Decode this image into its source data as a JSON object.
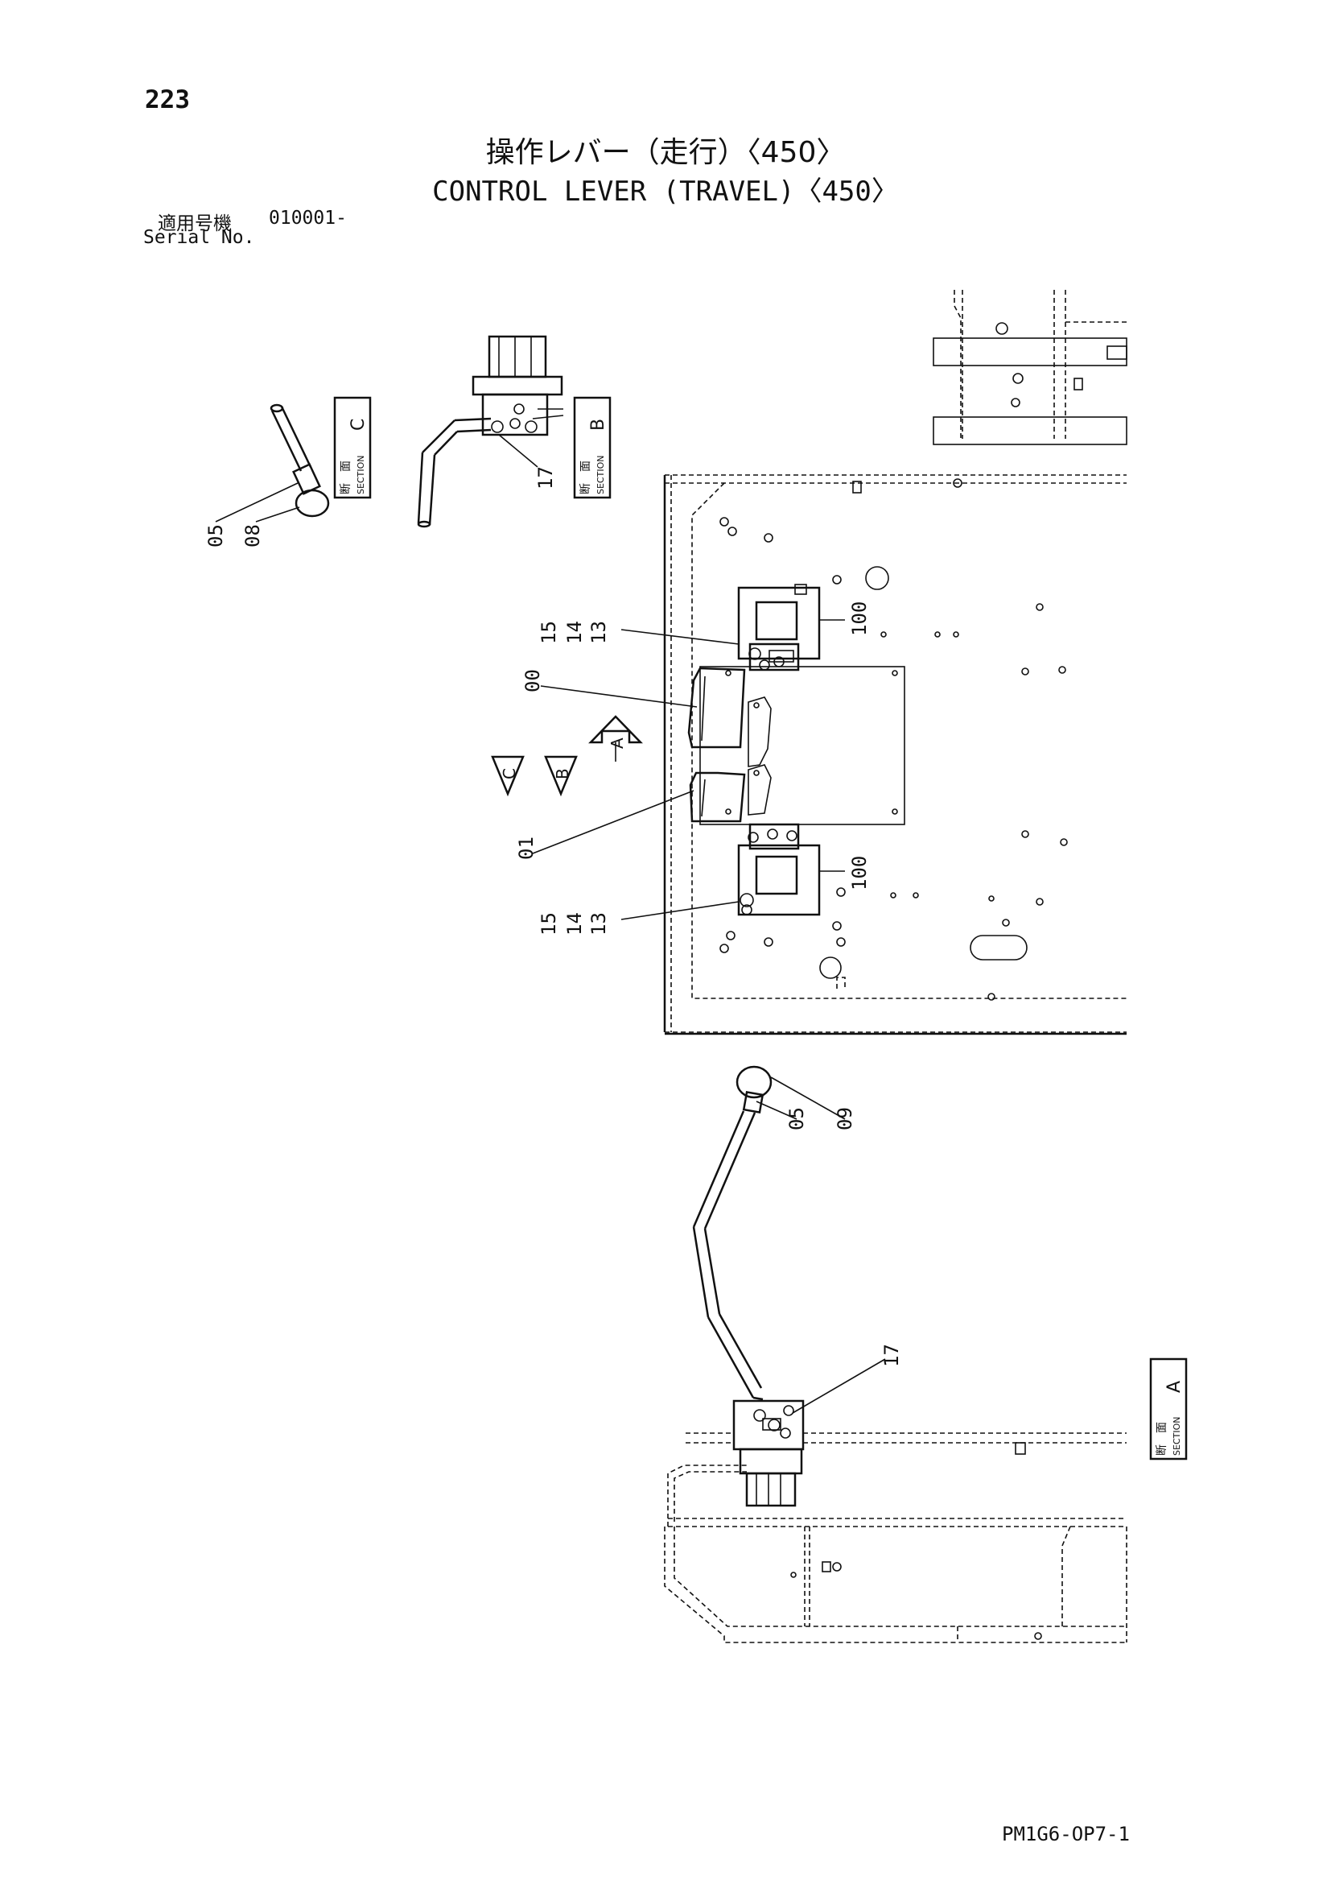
{
  "header": {
    "page_number": "223",
    "title_jp": "操作レバー（走行）〈450〉",
    "title_en": "CONTROL LEVER (TRAVEL)〈450〉",
    "serial_label_jp": "適用号機",
    "serial_value": "010001-",
    "serial_label_en": "Serial No."
  },
  "sections": {
    "jp": "断　面",
    "en": "SECTION",
    "c": "C",
    "b": "B",
    "a": "A"
  },
  "view_arrows": {
    "a": "A",
    "b": "B",
    "c": "C"
  },
  "callouts": {
    "c_05": "05",
    "c_08": "08",
    "b_17": "17",
    "top_15": "15",
    "top_14": "14",
    "top_13": "13",
    "top_100": "100",
    "lever_00": "00",
    "lever_01": "01",
    "bot_15": "15",
    "bot_14": "14",
    "bot_13": "13",
    "bot_100": "100",
    "a_05": "05",
    "a_09": "09",
    "a_17": "17"
  },
  "footer": {
    "doc_code": "PM1G6-OP7-1"
  }
}
